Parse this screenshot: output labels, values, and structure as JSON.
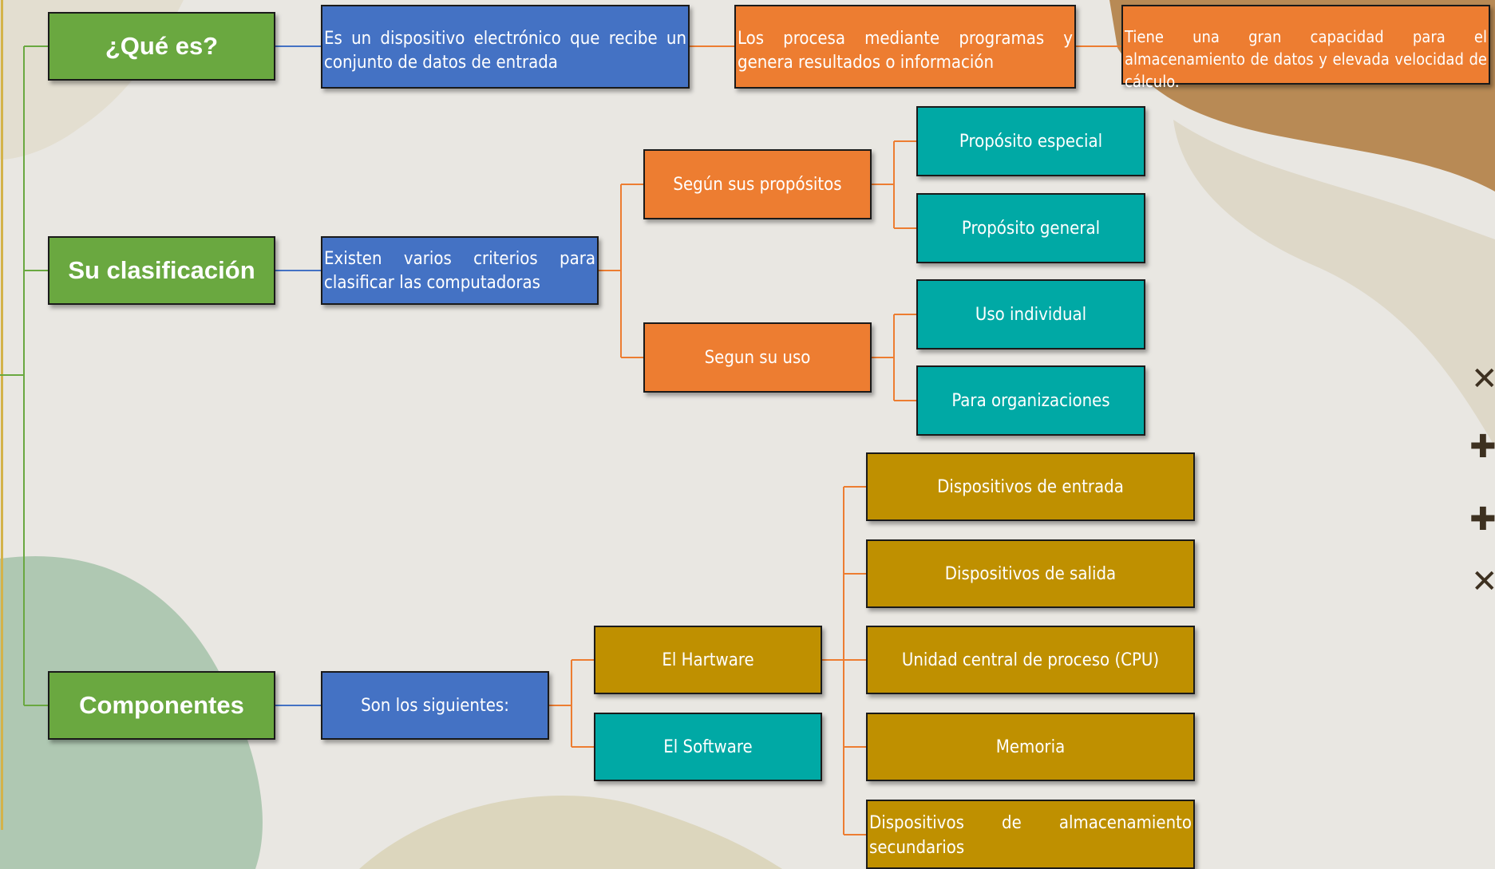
{
  "main_nodes": {
    "que_es": "¿Qué es?",
    "clasificacion": "Su clasificación",
    "componentes": "Componentes"
  },
  "que_es": {
    "desc1": "Es un dispositivo electrónico que recibe un conjunto de datos de entrada",
    "desc2": "Los procesa mediante programas y genera resultados o información",
    "desc3": "Tiene una gran capacidad para el almacenamiento de datos y elevada velocidad de cálculo."
  },
  "clasificacion": {
    "desc": "Existen varios criterios para clasificar las computadoras",
    "proposito": {
      "label": "Según sus propósitos",
      "items": [
        "Propósito especial",
        "Propósito general"
      ]
    },
    "uso": {
      "label": "Segun su uso",
      "items": [
        "Uso individual",
        "Para organizaciones"
      ]
    }
  },
  "componentes": {
    "desc": "Son los siguientes:",
    "hardware": "El Hartware",
    "software": "El Software",
    "hardware_items": [
      "Dispositivos de entrada",
      "Dispositivos de salida",
      "Unidad central de proceso (CPU)",
      "Memoria",
      "Dispositivos de almacenamiento secundarios"
    ]
  },
  "colors": {
    "green": "#6aa840",
    "blue": "#4472c4",
    "orange": "#ed7d31",
    "teal": "#00a9a5",
    "gold": "#bf9000"
  },
  "decorations": [
    "cross-icon",
    "plus-icon",
    "plus-icon",
    "cross-icon"
  ]
}
